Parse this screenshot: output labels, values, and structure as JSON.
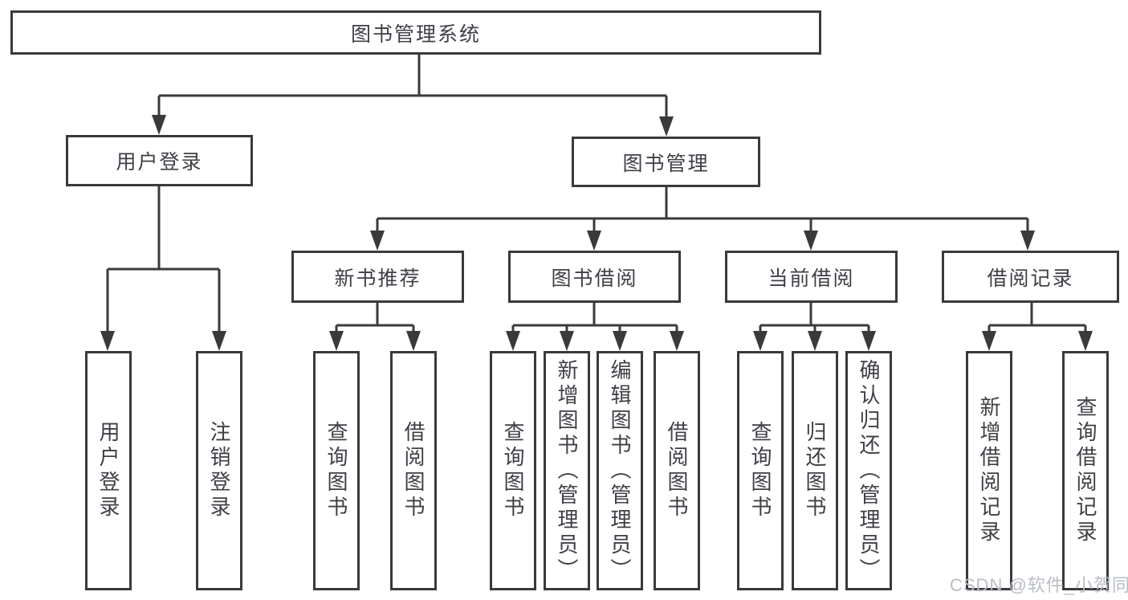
{
  "tree": {
    "root": "图书管理系统",
    "login_branch": {
      "label": "用户登录",
      "children": [
        "用户登录",
        "注销登录"
      ]
    },
    "management_branch": {
      "label": "图书管理",
      "sections": [
        {
          "label": "新书推荐",
          "children": [
            "查询图书",
            "借阅图书"
          ]
        },
        {
          "label": "图书借阅",
          "children": [
            "查询图书",
            "新增图书（管理员）",
            "编辑图书（管理员）",
            "借阅图书"
          ]
        },
        {
          "label": "当前借阅",
          "children": [
            "查询图书",
            "归还图书",
            "确认归还（管理员）"
          ]
        },
        {
          "label": "借阅记录",
          "children": [
            "新增借阅记录",
            "查询借阅记录"
          ]
        }
      ]
    }
  },
  "watermark": "CSDN @软件_小贺同学",
  "colors": {
    "line": "#3a3a3a",
    "text": "#3e4046",
    "watermark": "#b9bdc5",
    "background": "#ffffff"
  }
}
